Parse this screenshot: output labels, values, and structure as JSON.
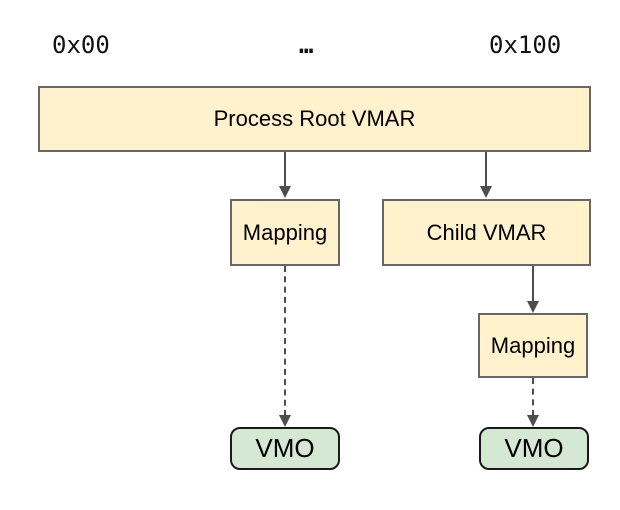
{
  "diagram": {
    "address_axis": {
      "start": "0x00",
      "middle": "…",
      "end": "0x100"
    },
    "nodes": {
      "process_root_vmar": "Process Root VMAR",
      "mapping_left": "Mapping",
      "child_vmar": "Child VMAR",
      "mapping_right": "Mapping",
      "vmo_left": "VMO",
      "vmo_right": "VMO"
    },
    "edges": [
      {
        "from": "process_root_vmar",
        "to": "mapping_left",
        "style": "solid-arrow"
      },
      {
        "from": "process_root_vmar",
        "to": "child_vmar",
        "style": "solid-arrow"
      },
      {
        "from": "child_vmar",
        "to": "mapping_right",
        "style": "solid-arrow"
      },
      {
        "from": "mapping_left",
        "to": "vmo_left",
        "style": "dashed-arrow"
      },
      {
        "from": "mapping_right",
        "to": "vmo_right",
        "style": "dashed-arrow"
      }
    ],
    "colors": {
      "background": "#FFFFFF",
      "vmar_fill": "#FFF2CC",
      "vmar_border": "#666666",
      "vmo_fill": "#D5E8D4",
      "vmo_border": "#1A1A1A",
      "arrow": "#4D4D4D",
      "text": "#000000"
    }
  }
}
